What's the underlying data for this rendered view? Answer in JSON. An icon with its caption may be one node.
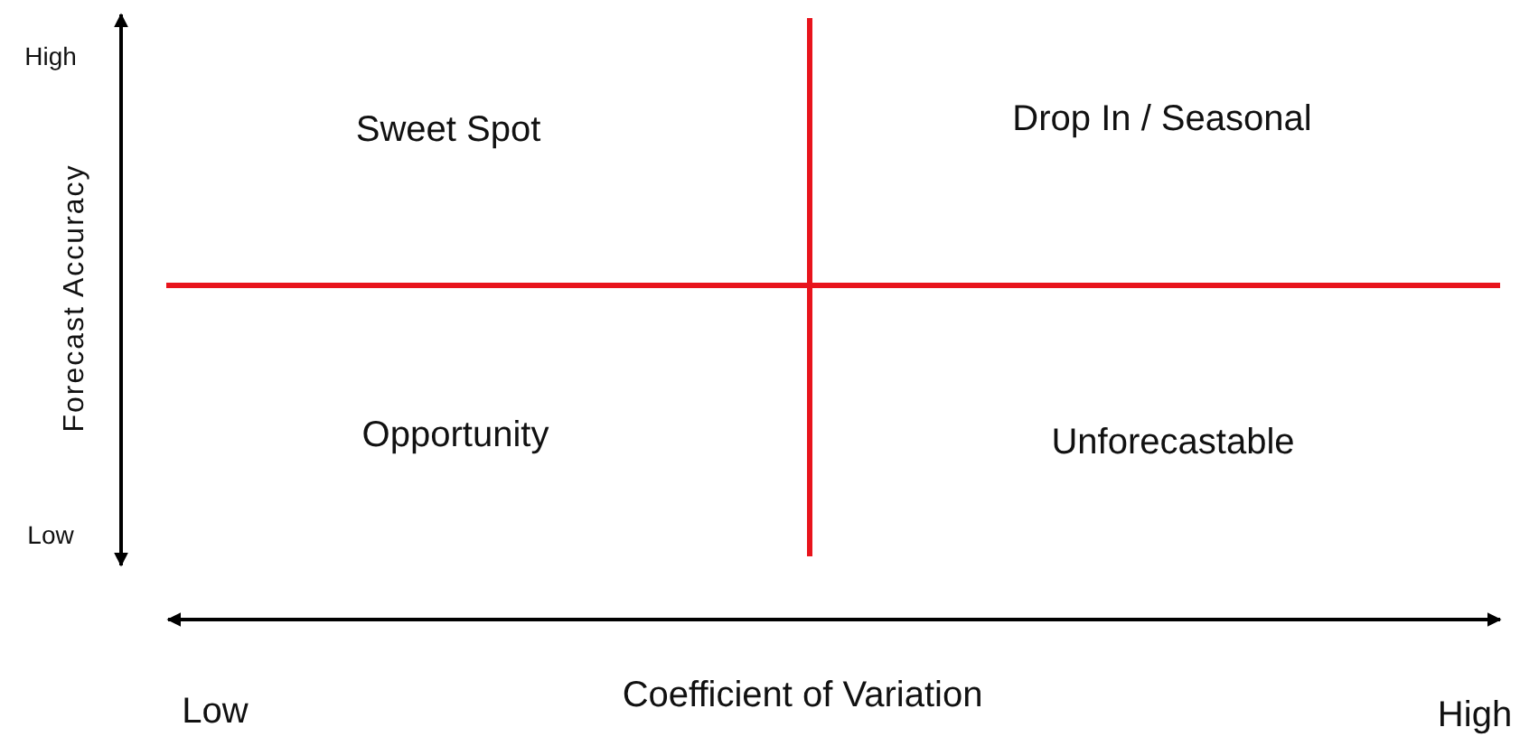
{
  "diagram": {
    "labels": [
      "High",
      "Low",
      "Forecast Accuracy",
      "Sweet Spot",
      "Drop In / Seasonal",
      "Opportunity",
      "Unforecastable",
      "Low",
      "Coefficient of Variation",
      "High"
    ]
  }
}
